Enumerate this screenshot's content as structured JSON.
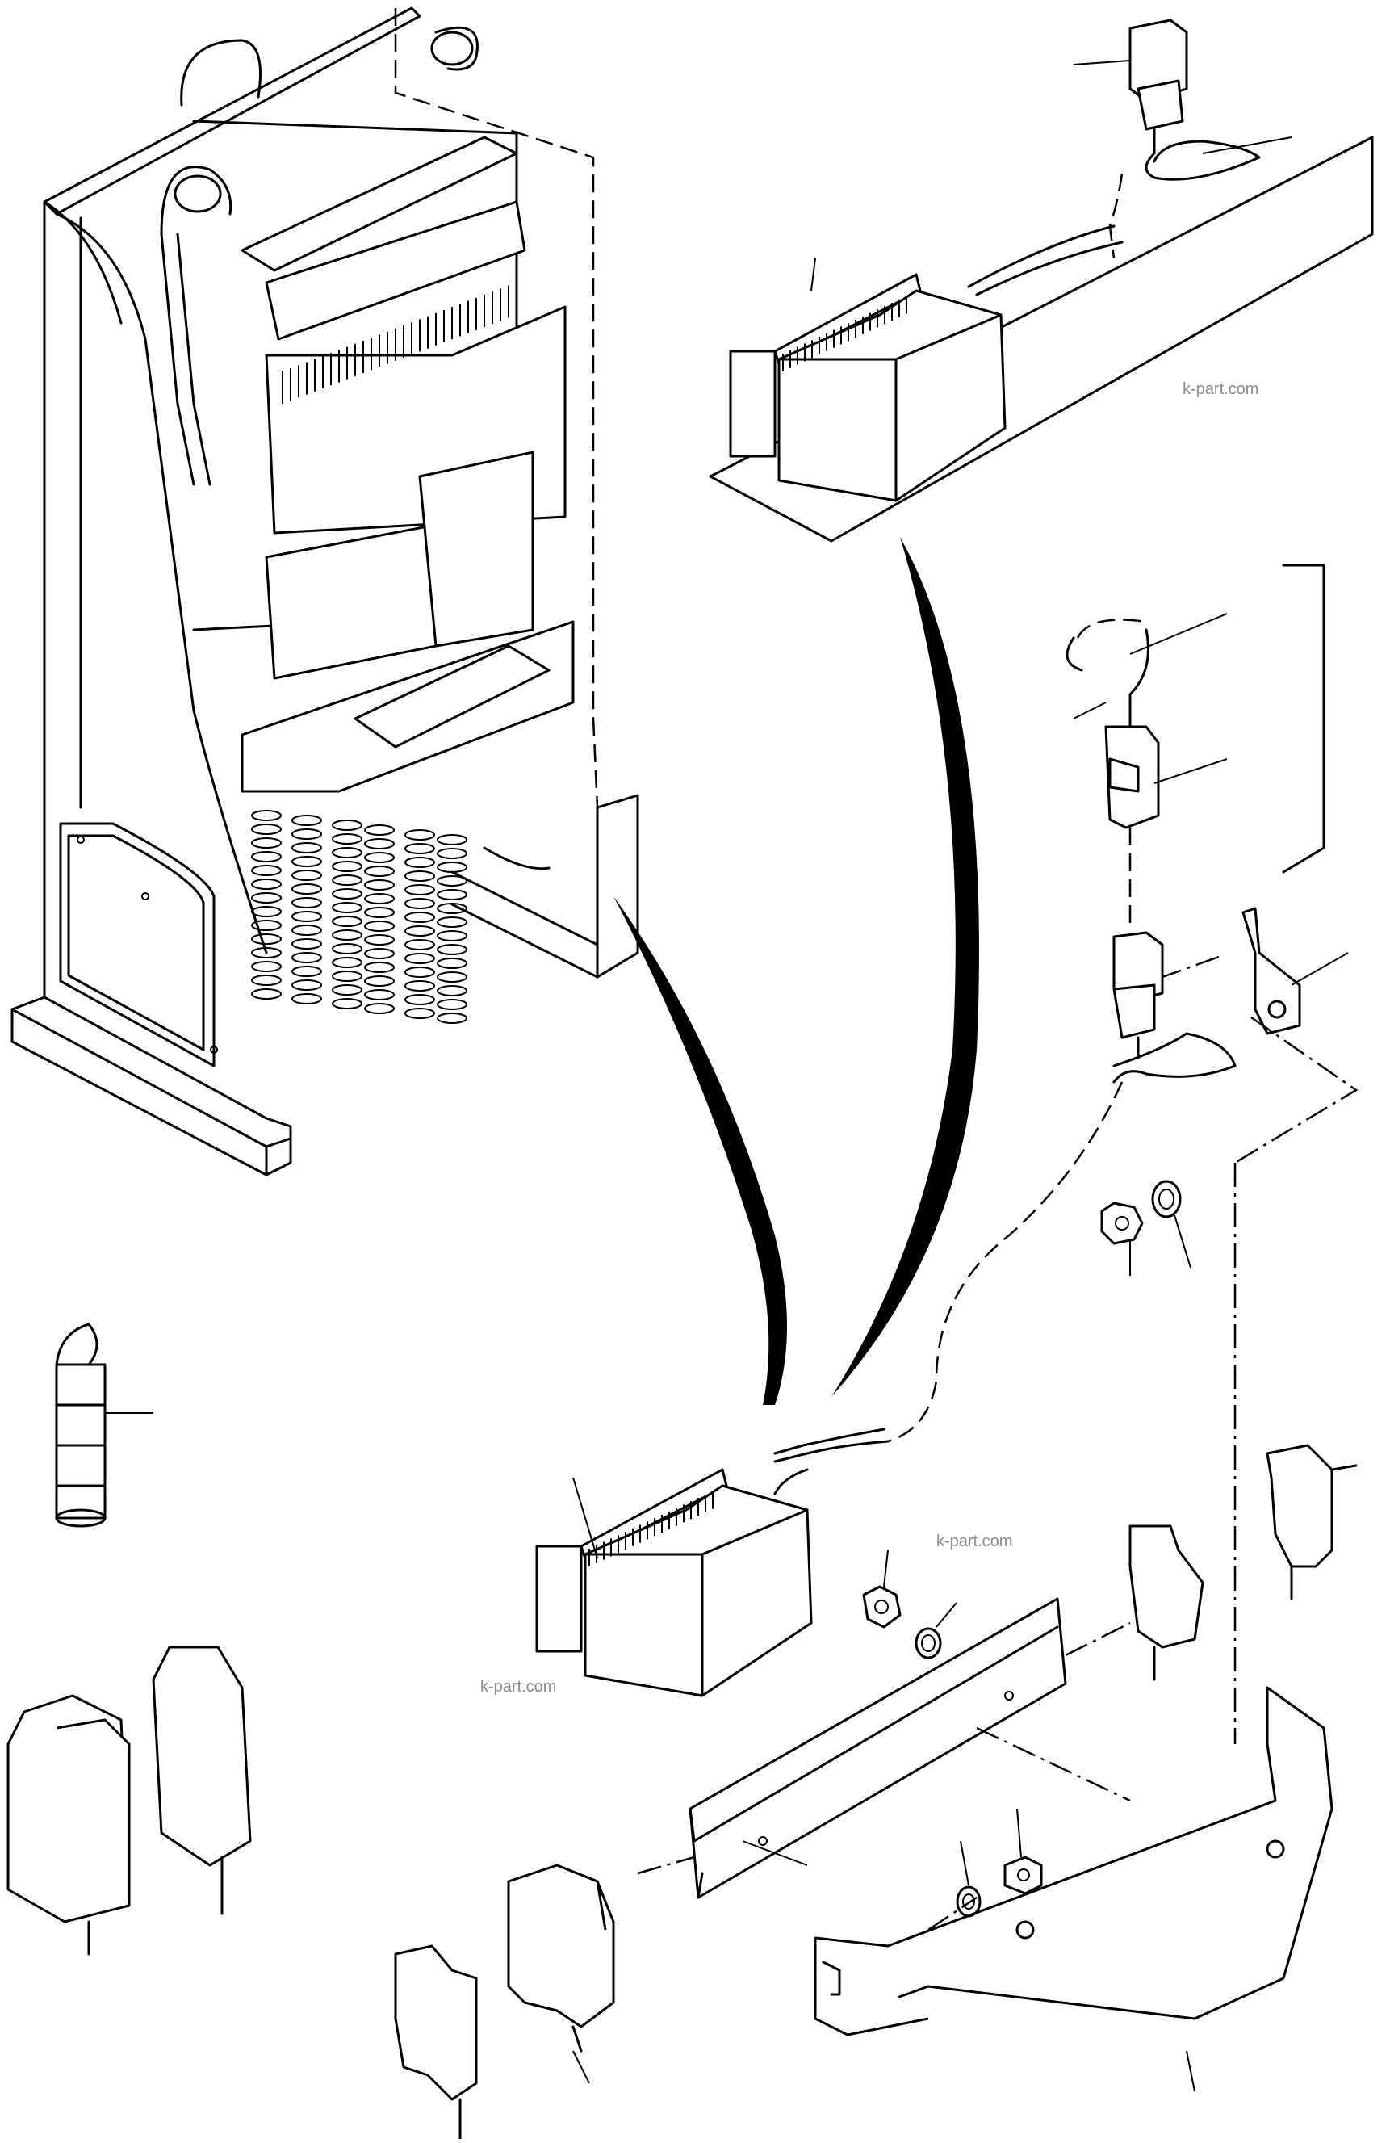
{
  "diagram": {
    "watermarks": [
      "k-part.com",
      "k-part.com",
      "k-part.com"
    ]
  },
  "icons": {
    "cabinet": "electrical-cabinet-icon",
    "relay_module_detail": "relay-module-icon",
    "relay_module": "relay-module-icon",
    "connector_top": "plug-connector-icon",
    "connector_mid": "socket-connector-icon",
    "connector_lower": "plug-connector-icon",
    "bracket_small": "ground-bracket-icon",
    "nut": "hex-nut-icon",
    "washer": "lock-washer-icon",
    "spiral_wrap": "spiral-wrap-icon",
    "terminal_block": "terminal-block-icon",
    "din_rail": "din-rail-icon",
    "mount_plate": "mounting-plate-icon",
    "end_stop": "end-stop-icon",
    "callout_arrow": "callout-arrow-icon"
  }
}
